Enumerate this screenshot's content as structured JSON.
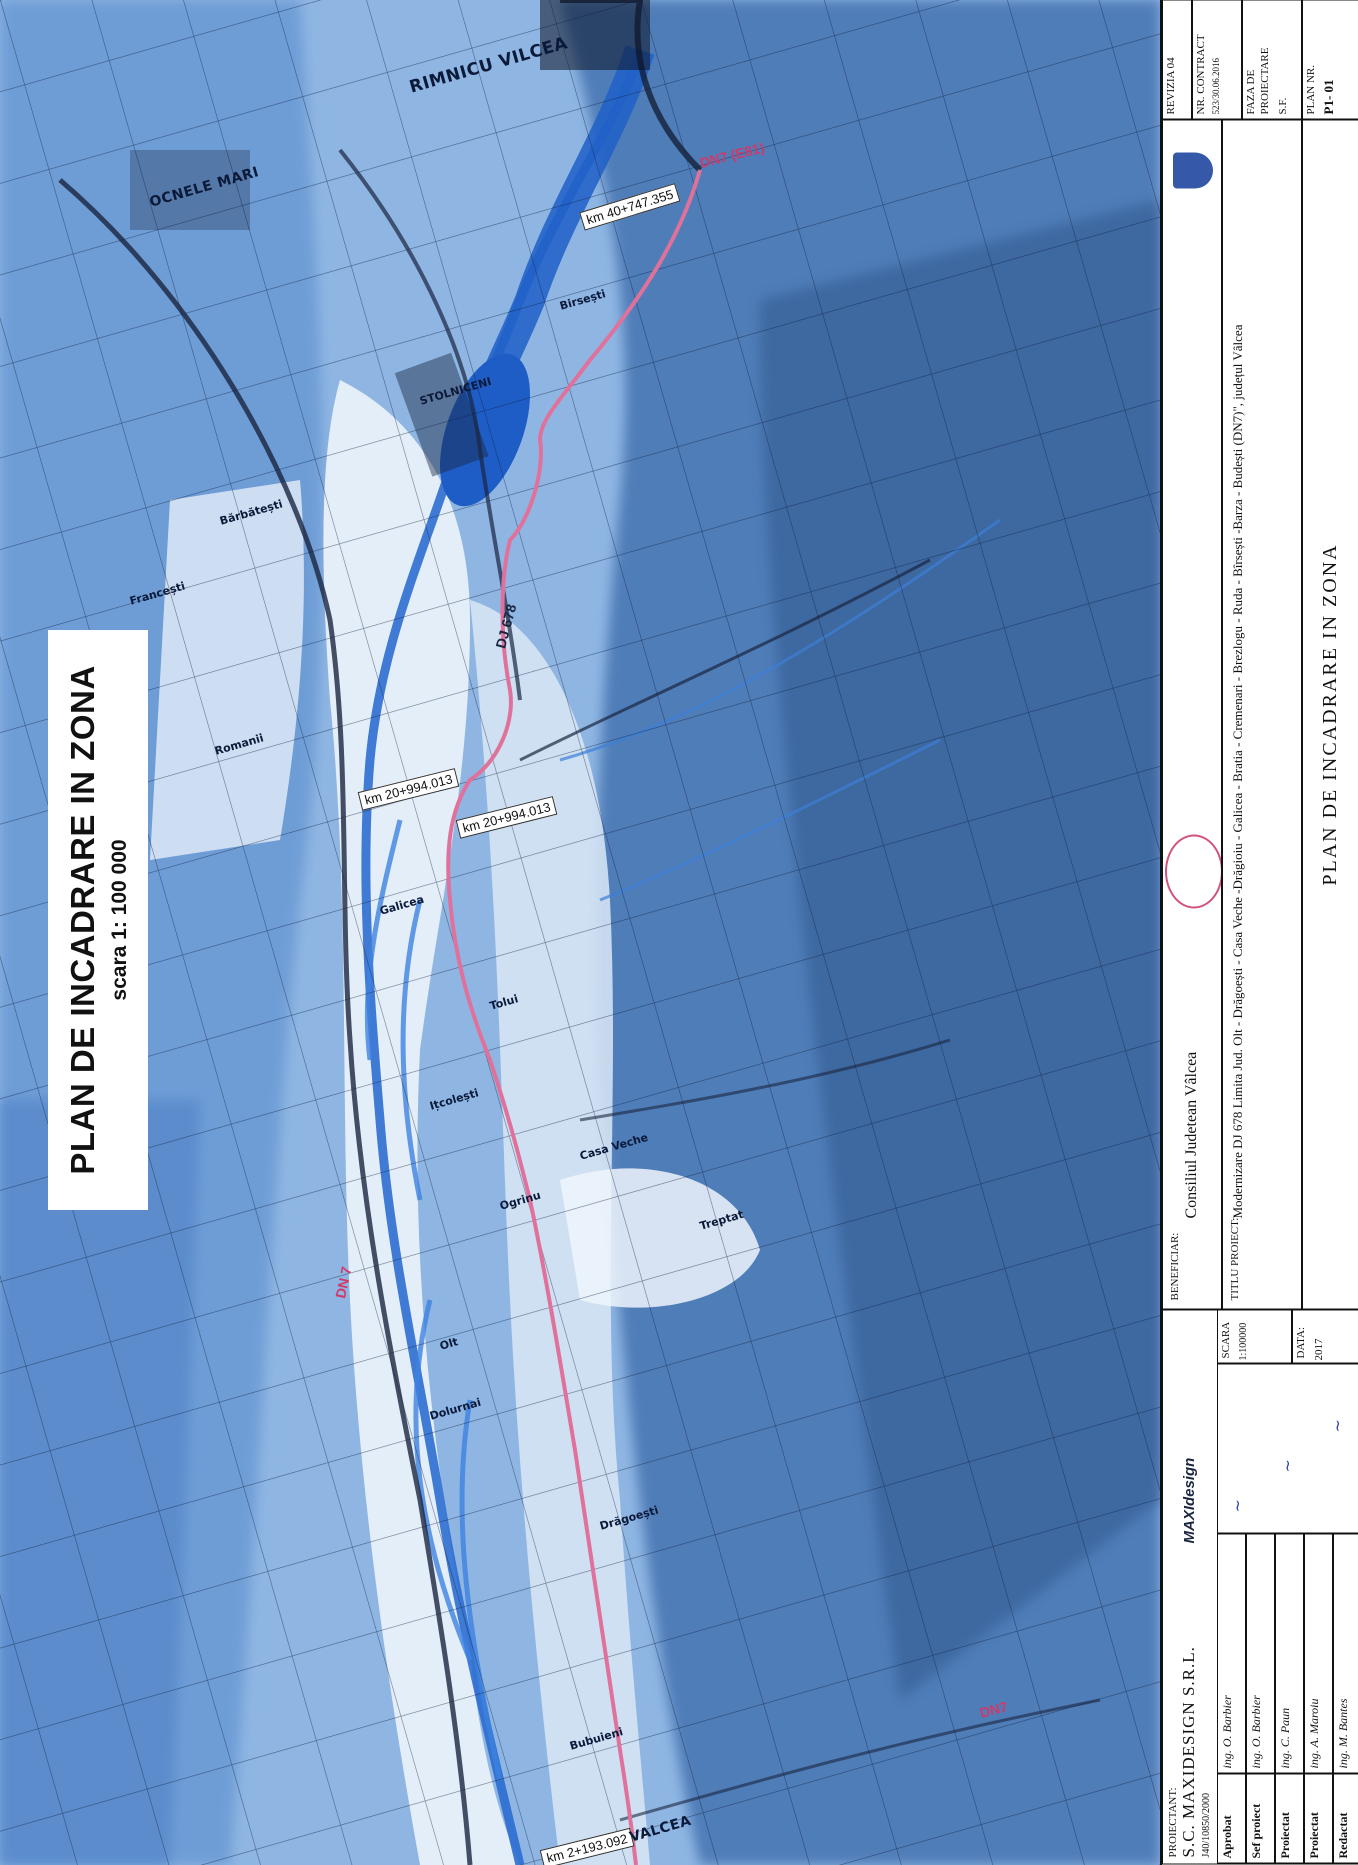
{
  "map": {
    "title": "PLAN DE INCADRARE IN ZONA",
    "scale_label": "scara 1: 100 000",
    "colors": {
      "water": "#2f6fd0",
      "land_light": "#cfe2f3",
      "land_mid": "#7fa9dd",
      "land_dark": "#3e6aa3",
      "route": "#e0719b",
      "roads": "#1a2540"
    },
    "km_labels": [
      "km 40+747.355",
      "km 20+994.013",
      "km 20+994.013",
      "km 2+193.092"
    ],
    "places": [
      "RIMNICU VILCEA",
      "OCNELE MARI",
      "STOLNICENI",
      "Birsești",
      "Bărbătești",
      "Galicea",
      "Tolui",
      "Ițcolești",
      "Ogrinu",
      "Dolurnai",
      "Drăgoești",
      "Bubuieni",
      "VALCEA",
      "Romanii",
      "Francești",
      "Olt",
      "Casa Veche",
      "Treptat"
    ],
    "road_tags": [
      "DN7 (E81)",
      "DJ 678",
      "DN 7",
      "DN7"
    ]
  },
  "legend": {
    "proiectant_label": "PROIECTANT:",
    "company": "S.C. MAXIDESIGN S.R.L.",
    "company_reg": "J40/10850/2000",
    "brand": "MAXIdesign",
    "rows": [
      {
        "role": "Aprobat",
        "name": "ing. O. Barbier"
      },
      {
        "role": "Sef proiect",
        "name": "ing. O. Barbier"
      },
      {
        "role": "Proiectat",
        "name": "ing. C. Paun"
      },
      {
        "role": "Proiectat",
        "name": "ing. A. Maroiu"
      },
      {
        "role": "Redactat",
        "name": "ing. M. Bantes"
      }
    ],
    "scara_label": "SCARA",
    "scara_value": "1:100000",
    "data_label": "DATA:",
    "data_value": "2017",
    "beneficiar_label": "BENEFICIAR:",
    "beneficiar_value": "Consiliul Judetean Vâlcea",
    "titlu_label": "TITLU PROIECT:",
    "titlu_value": "Modernizare DJ 678 Limita Jud. Olt - Drăgoești - Casa Veche -Drăgioiu - Galicea - Bratia - Cremenari - Brezlogu - Ruda - Bîrsești -Barza - Budești (DN7)\", județul Vâlcea",
    "plan_title": "PLAN DE INCADRARE IN ZONA",
    "revizia": "REVIZIA 04",
    "contract_label": "NR. CONTRACT",
    "contract_value": "523/30.06.2016",
    "faza_label": "FAZA DE PROIECTARE",
    "faza_value": "S.F.",
    "plan_nr_label": "PLAN Nr.",
    "plan_nr_value": "P1- 01"
  }
}
